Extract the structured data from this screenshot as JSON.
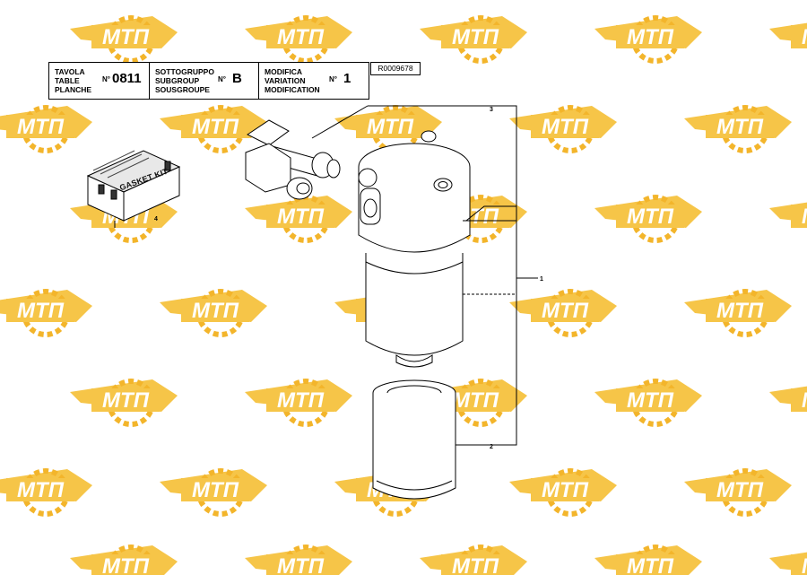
{
  "watermark": {
    "text": "МТП",
    "colors": {
      "wing": "#f6c548",
      "text": "#ffffff",
      "gear": "#f3b52b"
    }
  },
  "titleblock": {
    "table": {
      "labels": [
        "TAVOLA",
        "TABLE",
        "PLANCHE"
      ],
      "no": "N°",
      "value": "0811"
    },
    "subgroup": {
      "labels": [
        "SOTTOGRUPPO",
        "SUBGROUP",
        "SOUSGROUPE"
      ],
      "no": "N°",
      "value": "B"
    },
    "modification": {
      "labels": [
        "MODIFICA",
        "VARIATION",
        "MODIFICATION"
      ],
      "no": "N°",
      "value": "1"
    },
    "ref_code": "R0009678"
  },
  "gasket_kit": {
    "label": "GASKET KIT"
  },
  "callouts": {
    "one": "1",
    "two": "2",
    "three": "3",
    "four": "4"
  },
  "colors": {
    "line": "#000000",
    "paper": "#ffffff"
  }
}
